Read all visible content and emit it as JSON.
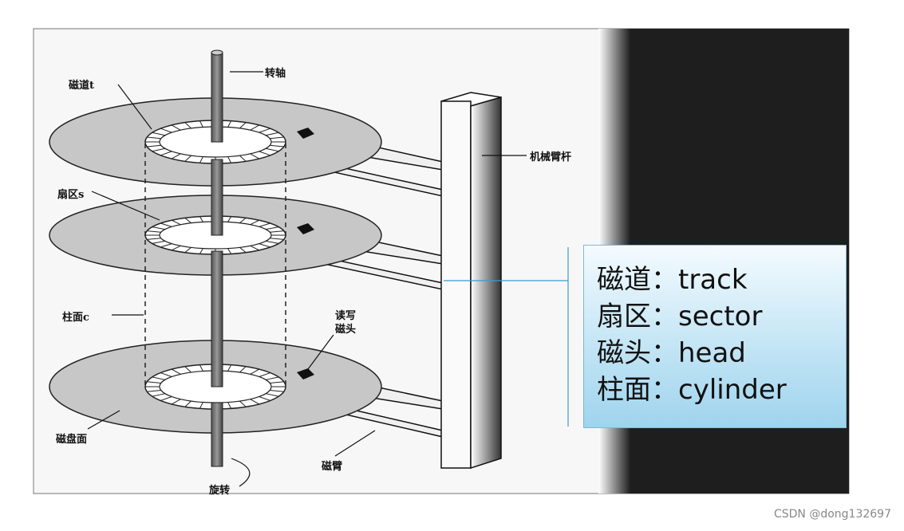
{
  "labels": {
    "axis": "转轴",
    "track": "磁道t",
    "sector": "扇区s",
    "cylinder": "柱面c",
    "rw_head": [
      "读写",
      "磁头"
    ],
    "platter_surface": "磁盘面",
    "head_arm": "磁臂",
    "actuator_arm": "机械臂杆",
    "rotation": "旋转"
  },
  "legend": [
    "磁道：track",
    "扇区：sector",
    "磁头：head",
    "柱面：cylinder"
  ],
  "watermark": "CSDN @dong132697",
  "colors": {
    "platter": "#c7c7c7",
    "dark_panel": "#1e1e1e",
    "legend_bg": "#bfe3f4",
    "legend_border": "#7fb8d6"
  }
}
